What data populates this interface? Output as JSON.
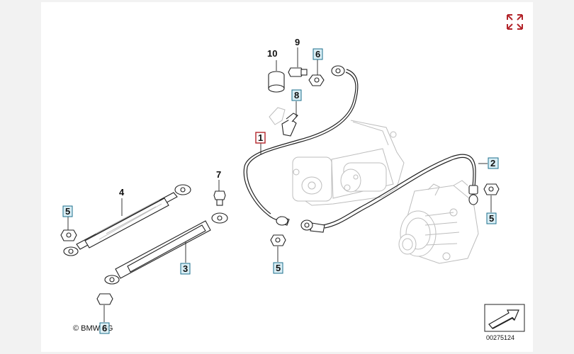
{
  "diagram": {
    "callouts": [
      {
        "id": "c10",
        "label": "10",
        "boxed": false
      },
      {
        "id": "c9",
        "label": "9",
        "boxed": false
      },
      {
        "id": "c6",
        "label": "6",
        "boxed": true
      },
      {
        "id": "c8",
        "label": "8",
        "boxed": true
      },
      {
        "id": "c1",
        "label": "1",
        "boxed": true,
        "active": true
      },
      {
        "id": "c2",
        "label": "2",
        "boxed": true
      },
      {
        "id": "c7",
        "label": "7",
        "boxed": false
      },
      {
        "id": "c4",
        "label": "4",
        "boxed": false
      },
      {
        "id": "c5a",
        "label": "5",
        "boxed": true
      },
      {
        "id": "c3",
        "label": "3",
        "boxed": true
      },
      {
        "id": "c5b",
        "label": "5",
        "boxed": true
      },
      {
        "id": "c5c",
        "label": "5",
        "boxed": true
      },
      {
        "id": "c6b",
        "label": "6",
        "boxed": true
      }
    ],
    "copyright": "© BMW AG",
    "document_number": "00275124",
    "icons": [
      "expand-icon",
      "navigate-arrow-icon"
    ],
    "colors": {
      "active_outline": "#b3252b",
      "box_fill": "#d9eef5",
      "box_outline": "#1c6f8c",
      "expand_icon": "#b3252b"
    }
  }
}
